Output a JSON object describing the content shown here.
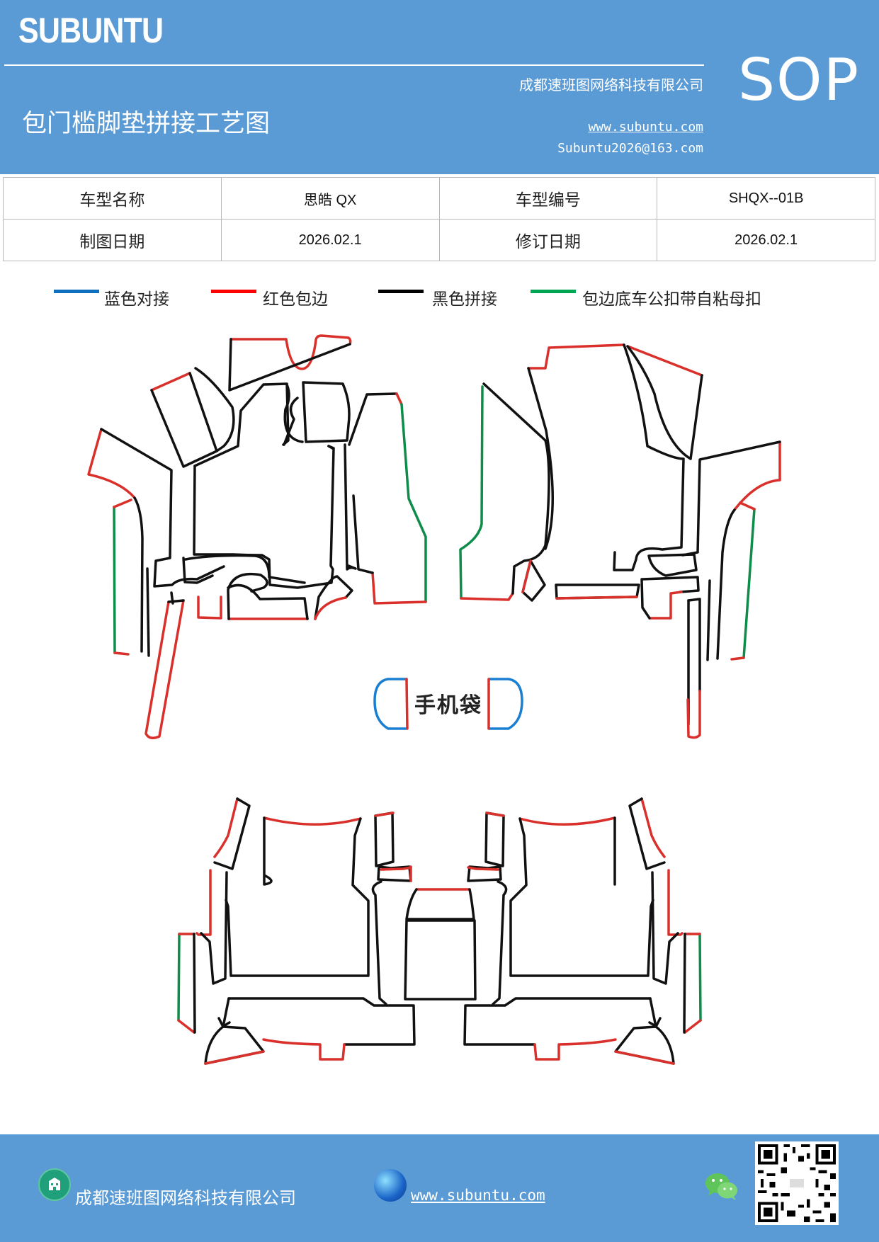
{
  "header": {
    "brand": "SUBUNTU",
    "company": "成都速班图网络科技有限公司",
    "title": "包门槛脚垫拼接工艺图",
    "website": "www.subuntu.com",
    "email": "Subuntu2026@163.com",
    "sop": "SOP"
  },
  "info": {
    "model_name_label": "车型名称",
    "model_name": "思皓 QX",
    "model_code_label": "车型编号",
    "model_code": "SHQX--01B",
    "draw_date_label": "制图日期",
    "draw_date": "2026.02.1",
    "revise_date_label": "修订日期",
    "revise_date": "2026.02.1"
  },
  "legend": [
    {
      "label": "蓝色对接",
      "color": "#0e6fbf"
    },
    {
      "label": "红色包边",
      "color": "#ff0000"
    },
    {
      "label": "黑色拼接",
      "color": "#000000"
    },
    {
      "label": "包边底车公扣带自粘母扣",
      "color": "#00a651"
    }
  ],
  "diagram": {
    "phone_bag_label": "手机袋",
    "colors": {
      "edge": "#d9302b",
      "seam": "#111111",
      "velcro": "#0d8c4a",
      "butt": "#1a7fd0"
    }
  },
  "footer": {
    "company": "成都速班图网络科技有限公司",
    "website": "www.subuntu.com",
    "icons": [
      "building-icon",
      "globe-icon",
      "wechat-icon",
      "qr-code-icon"
    ]
  }
}
